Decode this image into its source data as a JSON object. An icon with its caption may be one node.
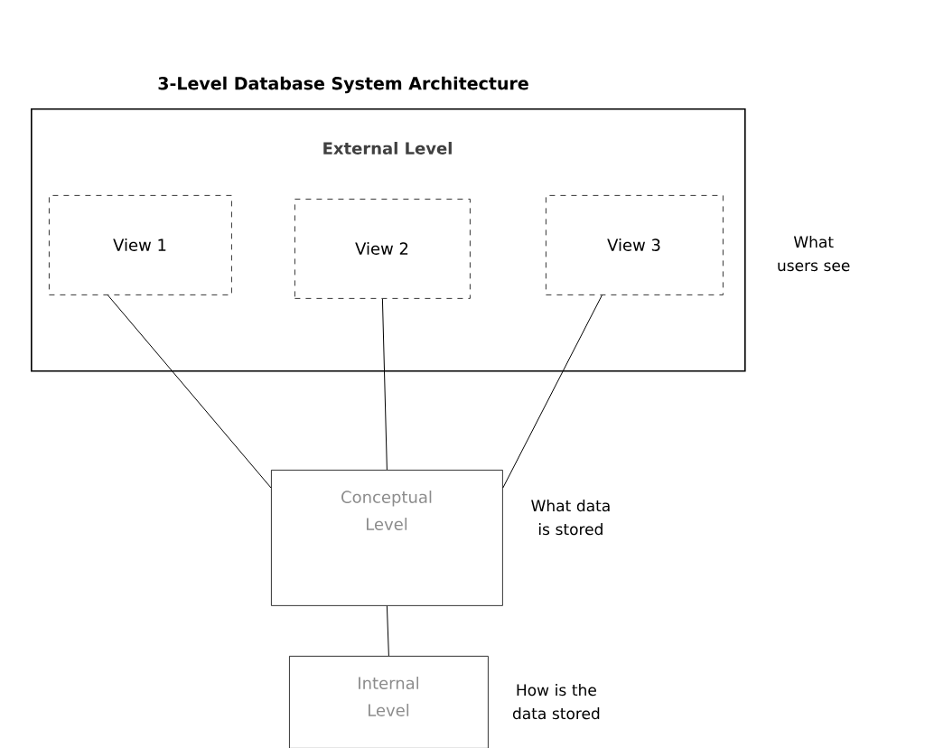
{
  "diagram": {
    "title": "3-Level Database System Architecture",
    "nodes": [
      {
        "text": [
          "External Level"
        ],
        "beside": [
          "What users see"
        ]
      },
      {
        "text": [
          "View 1"
        ],
        "in": 0
      },
      {
        "text": [
          "View 2"
        ],
        "in": 0
      },
      {
        "text": [
          "View 3"
        ],
        "in": 0
      },
      {
        "text": [
          "Conceptual Level"
        ],
        "beside": [
          "What data is stored"
        ]
      },
      {
        "text": [
          "Internal Level"
        ],
        "beside": [
          "How is the data stored"
        ]
      }
    ],
    "edges": [
      {
        "from": 1,
        "to": 4,
        "arrow": "none"
      },
      {
        "from": 2,
        "to": 4,
        "arrow": "none"
      },
      {
        "from": 3,
        "to": 4,
        "arrow": "none"
      },
      {
        "from": 4,
        "to": 5,
        "arrow": "none"
      }
    ]
  }
}
